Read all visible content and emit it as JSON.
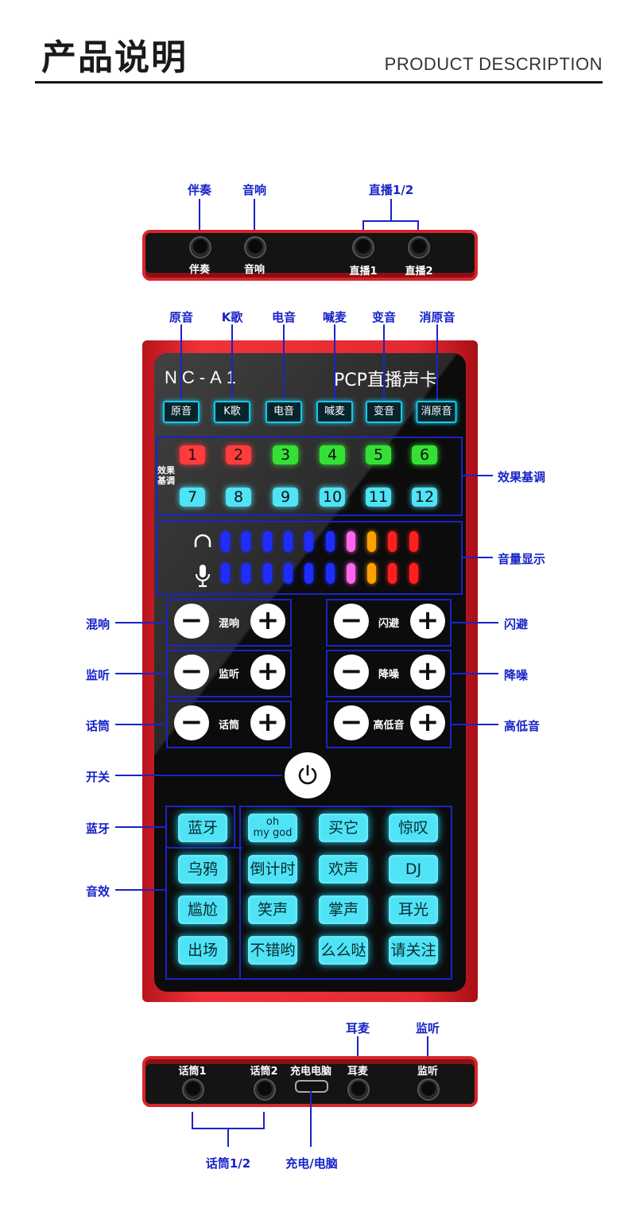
{
  "header": {
    "title": "产品说明",
    "subtitle": "PRODUCT DESCRIPTION"
  },
  "top_panel": {
    "annotations": [
      "伴奏",
      "音响",
      "直播1/2"
    ],
    "jacks": [
      "伴奏",
      "音响",
      "直播1",
      "直播2"
    ]
  },
  "device": {
    "model": "NC-A1",
    "product_name": "PCP直播声卡",
    "mode_annotations": [
      "原音",
      "K歌",
      "电音",
      "喊麦",
      "变音",
      "消原音"
    ],
    "mode_buttons": [
      "原音",
      "K歌",
      "电音",
      "喊麦",
      "变音",
      "消原音"
    ],
    "effects_label": "效果\n基调",
    "effects_keys": [
      "1",
      "2",
      "3",
      "4",
      "5",
      "6",
      "7",
      "8",
      "9",
      "10",
      "11",
      "12"
    ],
    "effects_colors": [
      "#ff3b3b",
      "#ff3b3b",
      "#35e035",
      "#35e035",
      "#35e035",
      "#35e035",
      "#4fe3f6",
      "#4fe3f6",
      "#4fe3f6",
      "#4fe3f6",
      "#4fe3f6",
      "#4fe3f6"
    ],
    "meter_led_colors": [
      "#1e2cff",
      "#1e2cff",
      "#1e2cff",
      "#1e2cff",
      "#1e2cff",
      "#1e2cff",
      "#ff66ee",
      "#ffa000",
      "#ff1f1f",
      "#ff1f1f"
    ],
    "knobs_left": [
      "混响",
      "监听",
      "话筒"
    ],
    "knobs_right": [
      "闪避",
      "降噪",
      "高低音"
    ],
    "minus_symbol": "−",
    "plus_symbol": "+",
    "sound_effects": [
      "蓝牙",
      "oh\nmy god",
      "买它",
      "惊叹",
      "乌鸦",
      "倒计时",
      "欢声",
      "DJ",
      "尴尬",
      "笑声",
      "掌声",
      "耳光",
      "出场",
      "不错哟",
      "么么哒",
      "请关注"
    ]
  },
  "side_annotations": {
    "effects": "效果基调",
    "volume": "音量显示",
    "reverb": "混响",
    "dodge": "闪避",
    "monitor": "监听",
    "noise": "降噪",
    "mic": "话筒",
    "eq": "高低音",
    "power": "开关",
    "bluetooth": "蓝牙",
    "sfx": "音效"
  },
  "bottom_panel": {
    "jacks": [
      "话筒1",
      "话筒2",
      "充电电脑",
      "耳麦",
      "监听"
    ],
    "annotations_top": [
      "耳麦",
      "监听"
    ],
    "annotations_bottom": [
      "话筒1/2",
      "充电/电脑"
    ]
  }
}
